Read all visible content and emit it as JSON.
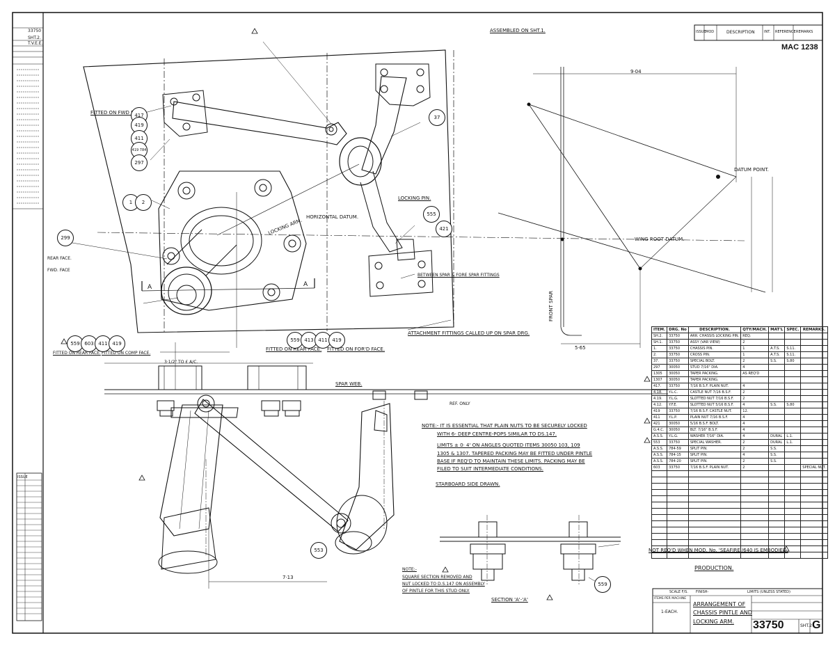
{
  "header": {
    "assembled": "ASSEMBLED ON SHT.1.",
    "mac_number": "MAC 1238",
    "revision_columns": [
      "ISSUE",
      "MOD",
      "DESCRIPTION",
      "INT.",
      "REFERENCE",
      "REMARKS"
    ]
  },
  "left_strip": {
    "top_lines": [
      "33750",
      "SHT.2.",
      "T.V.E.E."
    ],
    "issue_label": "ISSUE"
  },
  "callouts": {
    "fitted_fwd_face": "FITTED ON FWD FACE.",
    "fitted_rear_face_top": "FITTED ON REAR FACE.",
    "fitted_rear_face": "FITTED ON REAR FACE.",
    "fitted_fwd_face_bottom": "FITTED ON FOR'D FACE.",
    "fitted_comp_face": "FITTED ON COMP FACE.",
    "locking_arm": "LOCKING ARM.",
    "horizontal_datum": "HORIZONTAL DATUM.",
    "locking_pin": "LOCKING PIN.",
    "between_spar": "BETWEEN SPAR & FORE SPAR FITTINGS",
    "attachment": "ATTACHMENT FITTINGS CALLED UP ON SPAR DRG.",
    "rear_face": "REAR FACE.",
    "fwd_face": "FWD. FACE",
    "spar_web": "SPAR WEB.",
    "ref_only": "REF. ONLY",
    "datum_point": "DATUM POINT.",
    "wing_root_datum": "WING ROOT DATUM.",
    "front_spar": "FRONT SPAR",
    "dim_904": "9·04",
    "dim_565": "5·65",
    "dim_713": "7·13",
    "dim_312": "3·1/2\" TO £ A/C.",
    "section_aa": "SECTION 'A'-'A'",
    "starboard": "STARBOARD SIDE DRAWN.",
    "not_reqd": "NOT REQ'D WHEN MOD. No. 'SEAFIRE'/640 IS EMBODIED.",
    "production": "PRODUCTION.",
    "label_a": "A",
    "label_a2": "A"
  },
  "notes": {
    "line1": "NOTE:- IT IS ESSENTIAL THAT PLAIN NUTS TO BE SECURELY LOCKED",
    "line2": "WITH 6- DEEP CENTRE-POPS SIMILAR TO DS.147.",
    "line3": "LIMITS ± 0· 4' ON ANGLES QUOTED ITEMS 30050 103, 109",
    "line4": "1305 & 1307. TAPERED PACKING MAY BE FITTED UNDER PINTLE",
    "line5": "BASE IF REQ'D TO MAINTAIN THESE LIMITS. PACKING MAY BE",
    "line6": "FILED TO SUIT INTERMEDIATE CONDITIONS.",
    "note2a": "NOTE:-",
    "note2b": "SQUARE SECTION REMOVED AND",
    "note2c": "NUT LOCKED TO D.S.147 ON ASSEMBLY",
    "note2d": "OF PINTLE FOR THIS STUD ONLY."
  },
  "balloons": [
    "417",
    "419",
    "411",
    "419 784",
    "297",
    "1",
    "2",
    "37",
    "299",
    "555",
    "421",
    "559",
    "603",
    "411",
    "419",
    "559",
    "413",
    "411",
    "419",
    "553",
    "559"
  ],
  "parts_table": {
    "headers": [
      "ITEM.",
      "DRG. No",
      "DESCRIPTION.",
      "QTY/MACH.",
      "MAT'L",
      "SPEC.",
      "REMARKS."
    ],
    "rows": [
      [
        "SH.2.",
        "33750",
        "ARR. CHASSIS LOCKING PIN.",
        "REQ.",
        "",
        "",
        ""
      ],
      [
        "SH.1.",
        "33750",
        "ASSY (VAR VIEW)",
        "2",
        "",
        "",
        ""
      ],
      [
        "1.",
        "33750",
        "CHASSIS PIN.",
        "1",
        "A.T.S.",
        "S.11.",
        ""
      ],
      [
        "2.",
        "33750",
        "CROSS PIN.",
        "1",
        "A.T.S.",
        "S.11.",
        ""
      ],
      [
        "37.",
        "33750",
        "SPECIAL BOLT.",
        "2",
        "S.S.",
        "S.80",
        ""
      ],
      [
        "297",
        "30050",
        "STUD 7/16\" DIA.",
        "4",
        "",
        "",
        ""
      ],
      [
        "1305",
        "30050",
        "TAPER PACKING.",
        "AS REQ'D",
        "",
        "",
        ""
      ],
      [
        "1307",
        "30050",
        "TAPER PACKING.",
        "",
        "",
        "",
        ""
      ],
      [
        "417.",
        "33750",
        "7/16 B.S.F. PLAIN NUT.",
        "4",
        "",
        "",
        ""
      ],
      [
        "4.18.",
        "Y.L.C.",
        "CASTLE NUT 7/16 B.S.F.",
        "2",
        "",
        "",
        ""
      ],
      [
        "4.19.",
        "Y.L.G.",
        "SLOTTED NUT 7/16 B.S.F.",
        "2",
        "",
        "",
        ""
      ],
      [
        "4.12.",
        "Y.F.E.",
        "SLOTTED NUT 5/16 B.S.F.",
        "4",
        "S.S.",
        "S.80",
        ""
      ],
      [
        "419",
        "33750",
        "7/16 B.S.F. CASTLE NUT.",
        "12.",
        "",
        "",
        ""
      ],
      [
        "411",
        "Y.L.P.",
        "PLAIN NUT 7/16 B.S.F.",
        "4",
        "",
        "",
        ""
      ],
      [
        "421",
        "30050",
        "5/16 B.S.F. BOLT.",
        "4",
        "",
        "",
        ""
      ],
      [
        "G.4.C.",
        "30050",
        "BLT. 7/16\" B.S.F.",
        "4",
        "",
        "",
        ""
      ],
      [
        "A.S.S.",
        "Y.L.G.",
        "WASHER 7/16\" DIA.",
        "4",
        "DURAL",
        "L.1.",
        ""
      ],
      [
        "553",
        "33750",
        "SPECIAL WASHER.",
        "2",
        "DURAL",
        "L.1.",
        ""
      ],
      [
        "A.S.S.",
        "784-59",
        "SPLIT PIN.",
        "2",
        "S.S.",
        "",
        ""
      ],
      [
        "A.S.S.",
        "784-15",
        "SPLIT PIN.",
        "4",
        "S.S.",
        "",
        ""
      ],
      [
        "A.S.S.",
        "784-20",
        "SPLIT PIN.",
        "2",
        "S.S.",
        "",
        ""
      ],
      [
        "603",
        "33750",
        "7/16 B.S.F. PLAIN NUT.",
        "2",
        "",
        "",
        "SPECIAL NUT."
      ]
    ]
  },
  "title_block": {
    "scale": "SCALE F/S.",
    "finish": "FINISH-",
    "limits": "LIMITS (UNLESS STATED)",
    "per_machine": "ITEMS PER MACHINE",
    "qty": "1-EACH.",
    "title1": "ARRANGEMENT OF",
    "title2": "CHASSIS PINTLE AND",
    "title3": "LOCKING ARM.",
    "drawing_number": "33750",
    "sheet": "SHT.2",
    "issue": "G"
  }
}
